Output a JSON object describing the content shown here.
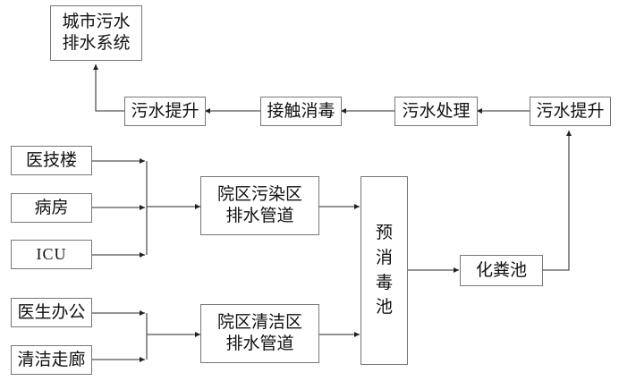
{
  "nodes": {
    "drainage_system": [
      "城市污水",
      "排水系统"
    ],
    "lift_top_left": "污水提升",
    "disinfection": "接触消毒",
    "treatment": "污水处理",
    "lift_top_right": "污水提升",
    "medical_tech_building": "医技楼",
    "ward": "病房",
    "icu": "ICU",
    "polluted_pipe": [
      "院区污染区",
      "排水管道"
    ],
    "doctor_office": "医生办公",
    "cleaning_corridor": "清洁走廊",
    "clean_pipe": [
      "院区清洁区",
      "排水管道"
    ],
    "pre_disinfection_tank": [
      "预",
      "消",
      "毒",
      "池"
    ],
    "septic_tank": "化粪池"
  },
  "colors": {
    "line": "#555555",
    "box_border": "#777777",
    "text": "#111111"
  }
}
